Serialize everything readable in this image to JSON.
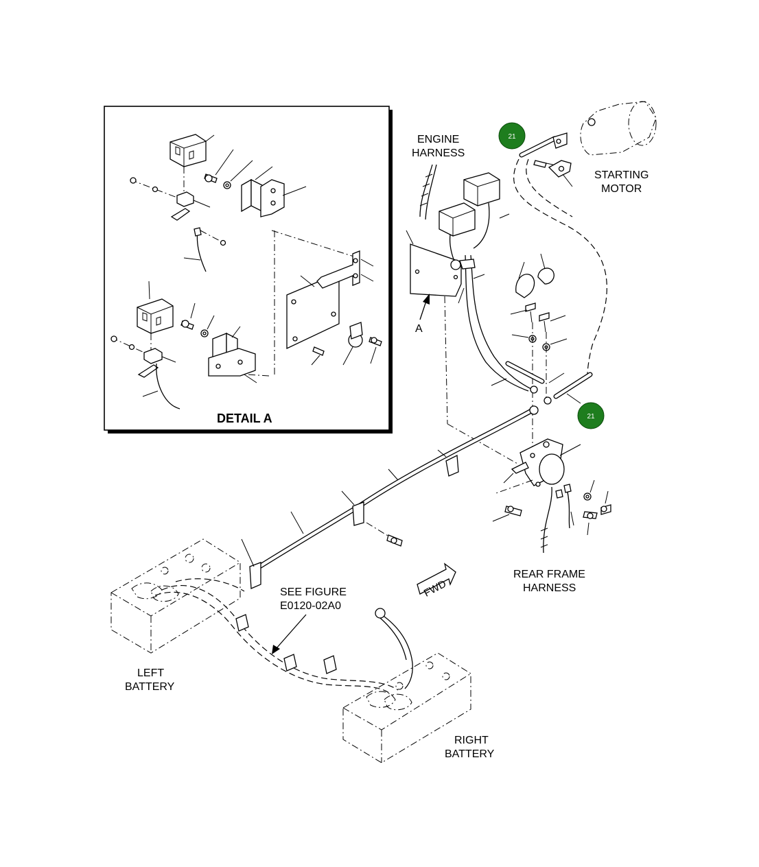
{
  "labels": {
    "engine_harness": [
      "ENGINE",
      "HARNESS"
    ],
    "starting_motor": [
      "STARTING",
      "MOTOR"
    ],
    "rear_frame_harness": [
      "REAR FRAME",
      "HARNESS"
    ],
    "see_figure": [
      "SEE FIGURE",
      "E0120-02A0"
    ],
    "left_battery": [
      "LEFT",
      "BATTERY"
    ],
    "right_battery": [
      "RIGHT",
      "BATTERY"
    ],
    "detail_a_title": "DETAIL A",
    "arrow_a": "A",
    "fwd": "FWD"
  },
  "callouts": [
    {
      "number": "21",
      "color": "#1e7d1e"
    },
    {
      "number": "21",
      "color": "#1e7d1e"
    }
  ]
}
